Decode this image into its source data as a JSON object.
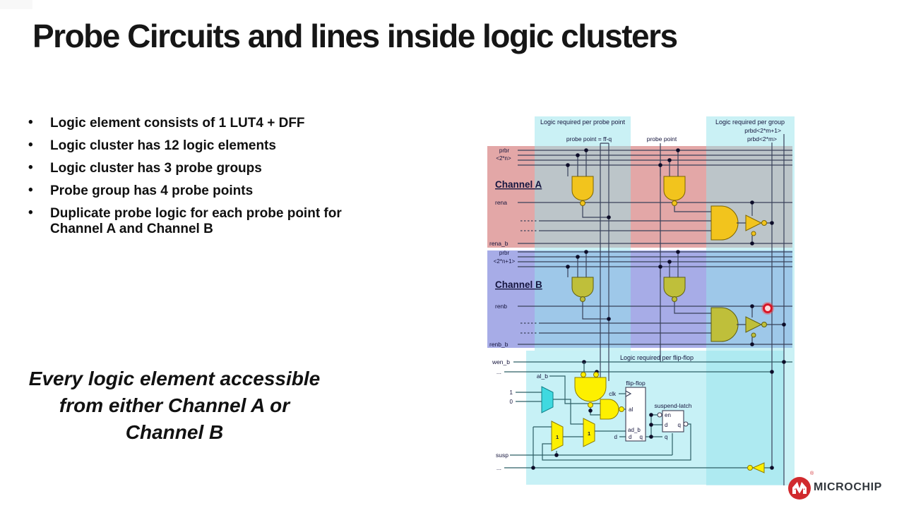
{
  "slide": {
    "title": "Probe Circuits and lines inside logic clusters",
    "bullets": [
      "Logic element consists of 1 LUT4 + DFF",
      "Logic cluster has 12 logic elements",
      "Logic cluster has 3 probe groups",
      "Probe group has 4 probe points",
      "Duplicate probe logic for each probe point for Channel A and Channel B"
    ],
    "callout_lines": [
      "Every logic element accessible",
      "from either Channel A or",
      "Channel B"
    ]
  },
  "diagram": {
    "region_headers": {
      "probe_point": "Logic required per probe point",
      "group": "Logic required per group",
      "flipflop": "Logic required per flip-flop"
    },
    "top_labels": {
      "probe_point_ffq": "probe point = ff-q",
      "probe_point": "probe point",
      "prbd_m1": "prbd<2*m+1>",
      "prbd_m": "prbd<2*m>"
    },
    "channel_a": {
      "name": "Channel A",
      "bus_label_1": "prbr",
      "bus_label_2": "<2*n>",
      "rena": "rena",
      "rena_b": "rena_b"
    },
    "channel_b": {
      "name": "Channel B",
      "bus_label_1": "prbr",
      "bus_label_2": "<2*n+1>",
      "renb": "renb",
      "renb_b": "renb_b"
    },
    "flipflop_section": {
      "wen_b": "wen_b",
      "al_b": "al_b",
      "mux_in_1": "1",
      "mux_in_0": "0",
      "clk": "clk",
      "flipflop_title": "flip-flop",
      "ff_port_al": "al",
      "ff_port_ad_b": "ad_b",
      "ff_port_d": "d",
      "ff_port_q": "q",
      "ext_d": "d",
      "ext_q": "q",
      "suspend_latch_title": "suspend-latch",
      "latch_port_en": "en",
      "latch_port_d": "d",
      "latch_port_q": "q",
      "mux1_label": "1",
      "mux2_label": "1",
      "susp": "susp",
      "dots_a": "...",
      "dots_b": "..."
    },
    "colors": {
      "channel_a_band": "#e3a7a7",
      "channel_b_band": "#a7ace7",
      "cyan_band": "#c7f1f6",
      "gate_gold": "#f2c41d",
      "gate_olive": "#bfbf3a",
      "gate_yellow": "#fdf000",
      "mux_cyan": "#3fd9e0",
      "highlight_red": "#d81626"
    }
  },
  "logo": {
    "wordmark": "Microchip",
    "reg": "®"
  }
}
